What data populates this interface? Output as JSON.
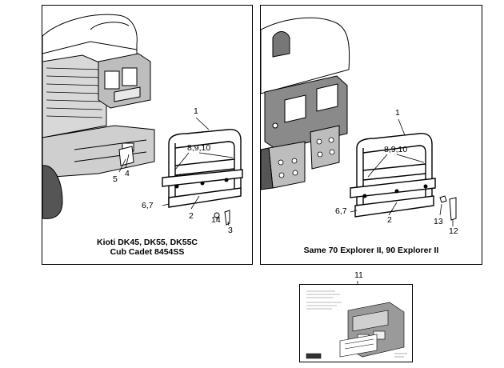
{
  "left_panel": {
    "caption_line1": "Kioti DK45, DK55, DK55C",
    "caption_line2": "Cub Cadet 8454SS",
    "callouts": {
      "c1": "1",
      "c8910": "8,9,10",
      "c5": "5",
      "c4": "4",
      "c67": "6,7",
      "c2": "2",
      "c14": "14",
      "c3": "3"
    }
  },
  "right_panel": {
    "caption": "Same 70 Explorer II, 90 Explorer II",
    "callouts": {
      "c1": "1",
      "c8910": "8,9,10",
      "c67": "6,7",
      "c2": "2",
      "c13": "13",
      "c12": "12"
    }
  },
  "decal": {
    "callout": "11"
  }
}
